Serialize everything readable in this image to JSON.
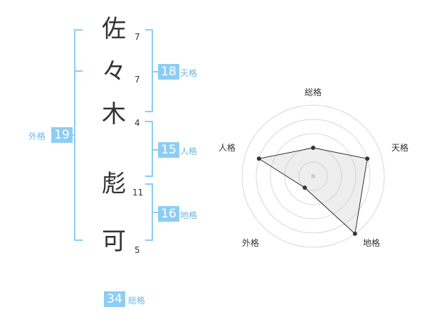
{
  "name_chars": [
    {
      "char": "佐",
      "strokes": "7"
    },
    {
      "char": "々",
      "strokes": "7"
    },
    {
      "char": "木",
      "strokes": "4"
    },
    {
      "char": "彪",
      "strokes": "11"
    },
    {
      "char": "可",
      "strokes": "5"
    }
  ],
  "scores": {
    "tenkaku": {
      "label": "天格",
      "value": "18"
    },
    "jinkaku": {
      "label": "人格",
      "value": "15"
    },
    "chikaku": {
      "label": "地格",
      "value": "16"
    },
    "gaikaku": {
      "label": "外格",
      "value": "19"
    },
    "soukaku": {
      "label": "総格",
      "value": "34"
    }
  },
  "radar": {
    "labels": {
      "top": "総格",
      "right": "天格",
      "bottom_right": "地格",
      "bottom_left": "外格",
      "left": "人格"
    },
    "levels": {
      "総格": 2,
      "天格": 4,
      "地格": 5,
      "外格": 1,
      "人格": 4
    },
    "max_level": 5
  },
  "colors": {
    "accent": "#8dcdf3",
    "label": "#6fb8e6",
    "text": "#333333"
  }
}
